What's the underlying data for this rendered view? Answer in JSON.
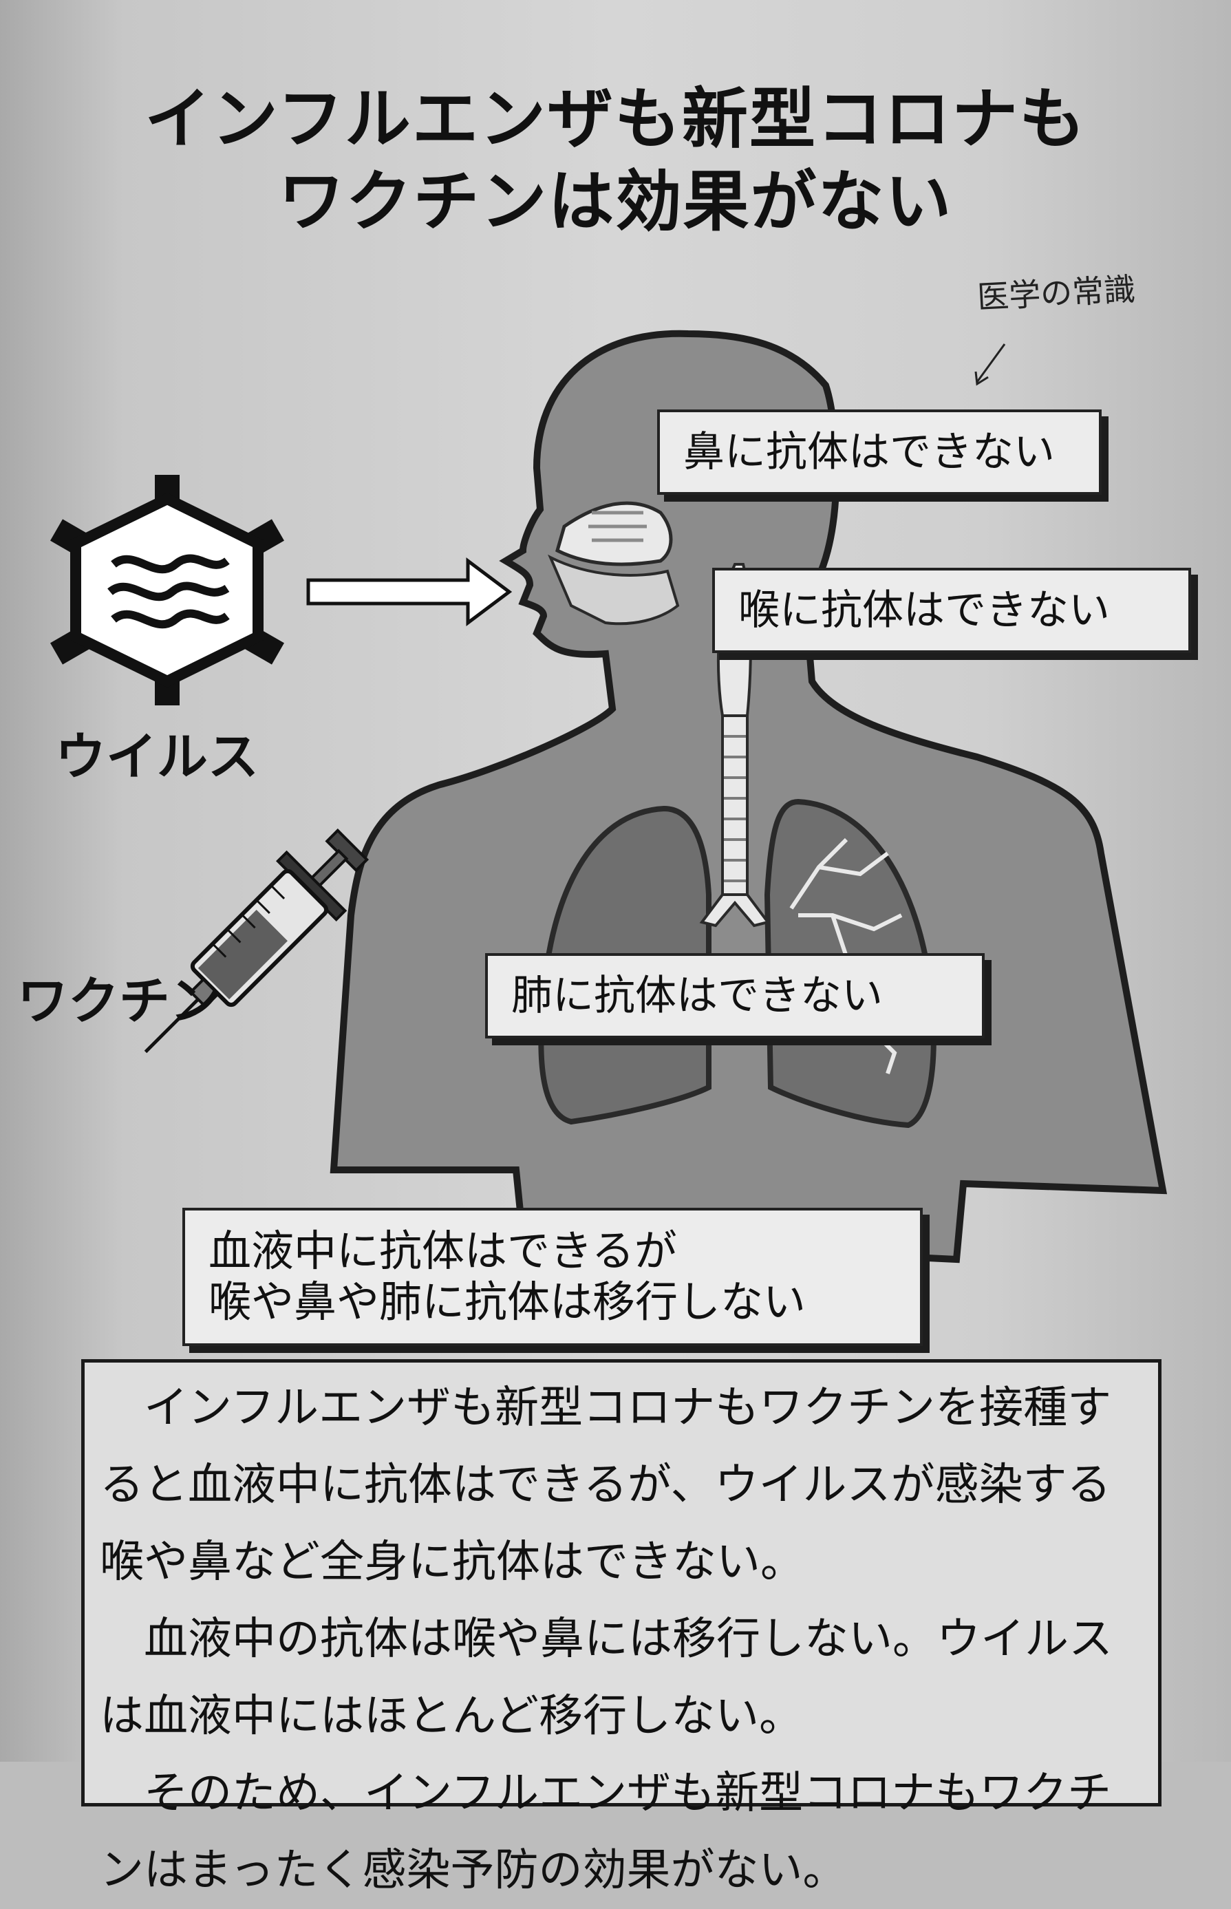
{
  "title": {
    "line1": "インフルエンザも新型コロナも",
    "line2": "ワクチンは効果がない"
  },
  "handwritten_note": "医学の常識",
  "labels": {
    "nose": "鼻に抗体はできない",
    "throat": "喉に抗体はできない",
    "lung": "肺に抗体はできない",
    "blood_line1": "血液中に抗体はできるが",
    "blood_line2": "喉や鼻や肺に抗体は移行しない",
    "virus": "ウイルス",
    "vaccine": "ワクチン"
  },
  "explanation": {
    "paragraph1": "インフルエンザも新型コロナもワクチンを接種すると血液中に抗体はできるが、ウイルスが感染する喉や鼻など全身に抗体はできない。",
    "paragraph2": "血液中の抗体は喉や鼻には移行しない。ウイルスは血液中にはほとんど移行しない。",
    "paragraph3": "そのため、インフルエンザも新型コロナもワクチンはまったく感染予防の効果がない。"
  },
  "icons": {
    "virus": "virus-icon",
    "arrow": "right-arrow-icon",
    "syringe": "syringe-icon",
    "body": "respiratory-system-diagram"
  },
  "colors": {
    "body": "#8c8c8c",
    "body_outline": "#1e1e1e",
    "lung": "#6f6f6f",
    "airway": "#e9e9e9"
  }
}
